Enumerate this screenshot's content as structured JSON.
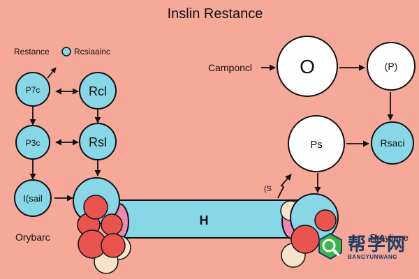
{
  "title": "Inslin Restance",
  "legend": {
    "label": "Restance",
    "item": "Rcsiaainc"
  },
  "nodes": {
    "left1": "P7c",
    "left2": "P3c",
    "left3": "I(sail",
    "mid1": "Rcl",
    "mid2": "Rsl",
    "topO": "O",
    "topP": "(P)",
    "bigP": "Ps",
    "rightR": "Rsaci"
  },
  "labels": {
    "campo": "Camponcl",
    "orybarc": "Orybarc",
    "tube": "H",
    "smallsym": "(S",
    "rightbottom": "Rrayliane"
  },
  "watermark": {
    "cn": "帮学网",
    "en": "BANGYUNWANG"
  },
  "colors": {
    "background": "#f6a899",
    "node": "#87d7e6",
    "red": "#e9544e",
    "cream": "#f7e3cc",
    "pink": "#ee87b1"
  }
}
